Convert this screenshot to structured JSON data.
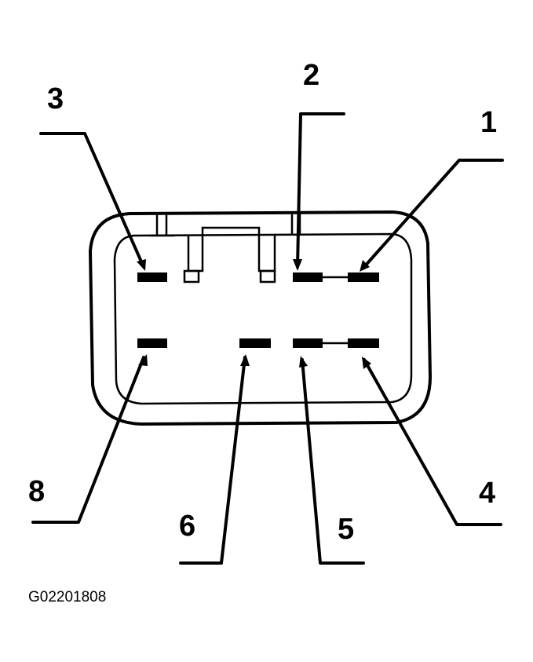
{
  "figure": {
    "id": "G02201808"
  },
  "colors": {
    "ink": "#000000",
    "paper": "#ffffff"
  },
  "pins": [
    {
      "number": "1"
    },
    {
      "number": "2"
    },
    {
      "number": "3"
    },
    {
      "number": "4"
    },
    {
      "number": "5"
    },
    {
      "number": "6"
    },
    {
      "number": "8"
    }
  ]
}
